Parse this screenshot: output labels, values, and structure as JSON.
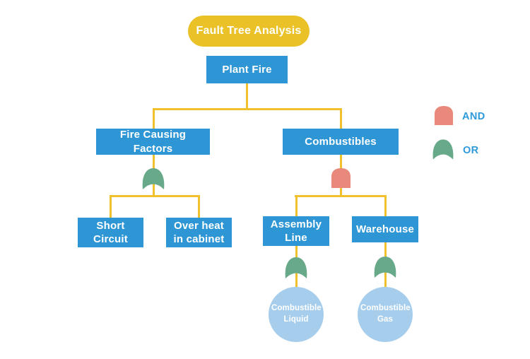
{
  "colors": {
    "canvas_bg": "#ffffff",
    "connector_gold": "#F0C12F",
    "title_yellow": "#EAC227",
    "node_blue": "#2E96D5",
    "gate_green": "#68A98A",
    "gate_salmon": "#E9897B",
    "event_circle_blue": "#A6CDEC",
    "legend_label_blue": "#2E9AD9",
    "node_text": "#ffffff"
  },
  "diagram": {
    "title": "Fault Tree Analysis",
    "nodes": {
      "plant_fire": "Plant Fire",
      "fire_causing_factors": "Fire Causing Factors",
      "combustibles": "Combustibles",
      "short_circuit": "Short Circuit",
      "over_heat": "Over heat in cabinet",
      "assembly_line": "Assembly Line",
      "warehouse": "Warehouse",
      "combustible_liquid": "Combustible Liquid",
      "combustible_gas": "Combustible Gas"
    },
    "gates": {
      "fire_causing_factors_gate": "OR",
      "combustibles_gate": "AND",
      "assembly_line_gate": "OR",
      "warehouse_gate": "OR"
    }
  },
  "legend": {
    "and_label": "AND",
    "or_label": "OR"
  }
}
